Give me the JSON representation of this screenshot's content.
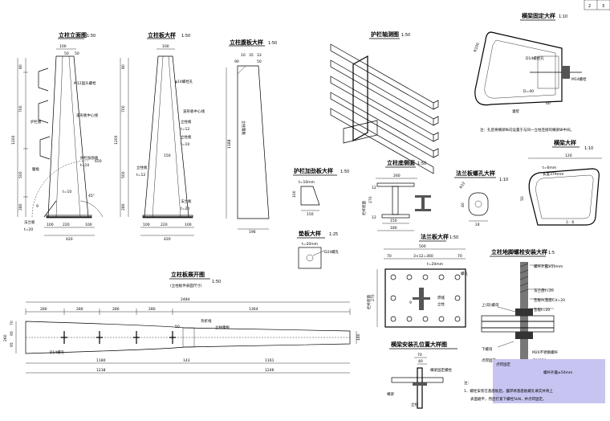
{
  "corner": {
    "a": "2",
    "b": "3"
  },
  "views": {
    "column_elevation": {
      "title": "立柱立面图",
      "scale": "1:50",
      "dims_top": [
        "100",
        "50",
        "50"
      ],
      "dims_left": [
        "80",
        "700",
        "500",
        "280",
        "1200"
      ],
      "dims_bottom": [
        "100",
        "220",
        "100",
        "420"
      ],
      "dims_right": [
        "650"
      ],
      "labels": {
        "bolt": "M12固头螺栓",
        "guard": "护栏板",
        "guard_center": "波形板中心线",
        "stiff": "护栏加劲板",
        "stiff_t": "t=10",
        "web": "腹板",
        "web_t": "t=10",
        "flange": "法兰板",
        "flange_t": "t=20",
        "r": "9",
        "angle": "45°"
      }
    },
    "column_plate": {
      "title": "立柱板大样",
      "scale": "1:50",
      "dims_top": [
        "100"
      ],
      "dims_left": [
        "80",
        "700",
        "500",
        "280",
        "1200"
      ],
      "dims_bottom": [
        "100",
        "220",
        "100",
        "420"
      ],
      "dims_mid": [
        "150"
      ],
      "labels": {
        "hole": "φ14螺栓孔",
        "guard_center": "波形板中心线",
        "plate1": "立柱板",
        "plate1_t": "t=12",
        "plate2": "立柱板",
        "plate2_t": "t=10",
        "plate3": "立柱板",
        "plate3_t": "t=12",
        "flange": "法兰板",
        "flange_t": "t=20"
      }
    },
    "web_plate": {
      "title": "立柱腹板大样",
      "scale": "1:50",
      "dims_top": [
        "10",
        "35",
        "33"
      ],
      "dims_top2": [
        "90",
        "50"
      ],
      "height": "1188",
      "bottom": "196",
      "label": "立柱腹板"
    },
    "guard_axon": {
      "title": "护栏轴测图",
      "scale": "1:50"
    },
    "crossbeam_fix": {
      "title": "横梁固定大样",
      "scale": "1:10",
      "labels": {
        "r": "R100",
        "bolt": "D14螺栓孔",
        "bolt2": "M14螺栓",
        "dim1": "D=40",
        "dim2": "40",
        "grout": "灌浆"
      },
      "note": "注：孔后将横梁纵向设置于与同一立柱连接的横梁纵中间。"
    },
    "stiffener": {
      "title": "护栏加劲板大样",
      "scale": "1:50",
      "t": "t=10mm",
      "dims": [
        "100",
        "150"
      ]
    },
    "bottom_side": {
      "title": "立柱底侧面",
      "scale": "1:50",
      "dims_top": [
        "260"
      ],
      "dims_left": [
        "12",
        "270",
        "12"
      ],
      "dims_bottom": [
        "150",
        "180"
      ],
      "label": "栏杆底面"
    },
    "flange_hole": {
      "title": "法兰板螺孔大样",
      "scale": "1:10",
      "dims": [
        "R12",
        "40",
        "24"
      ]
    },
    "crossbeam": {
      "title": "横梁大样",
      "scale": "1:10",
      "dims": [
        "120",
        "50"
      ],
      "t": "t=6mm",
      "len": "长度379mm",
      "ratio": "1：6"
    },
    "pad": {
      "title": "垫板大样",
      "scale": "1:25",
      "t": "t=20mm",
      "hole": "D24螺孔"
    },
    "flange": {
      "title": "法兰板大样",
      "scale": "1:50",
      "dims_top": [
        "500",
        "70",
        "3×12=360",
        "70"
      ],
      "t": "t=20mm",
      "hole": "螺孔",
      "col": "立柱",
      "weld": "焊缝",
      "r": "9",
      "left": [
        "270"
      ],
      "label": "栏杆底面"
    },
    "anchor": {
      "title": "立柱地脚螺栓安装大样",
      "scale": "1:5",
      "labels": {
        "l1": "螺杆外露≥50mm",
        "l2": "法兰盘t=20",
        "l3": "垫板A(基座C)t=20",
        "l4": "垫板t=20",
        "l5": "上(双)螺母",
        "l6": "下螺母",
        "l7": "M20不锈钢螺杆",
        "l8": "杆长250mm",
        "l9": "点焊固定",
        "l10": "螺杆外露≥50mm",
        "l11": "点焊固定"
      },
      "note1": "注：",
      "note2": "1、螺栓安装在基座板后，露焊将基座板螺孔填实并将上",
      "note3": "表面磨平，然后打紧下螺栓5kN，并点焊固定。"
    },
    "unfold": {
      "title": "立柱板展开图",
      "scale": "1:50",
      "subtitle": "(立柱板件表面尺寸)",
      "dims_top": [
        "280",
        "280",
        "280",
        "280",
        "1364",
        "2484"
      ],
      "dims_bottom": [
        "1180",
        "143",
        "1161",
        "1238",
        "1246"
      ],
      "dims_left": [
        "70",
        "95",
        "95",
        "260"
      ],
      "right": "180",
      "labels": {
        "hole": "D14螺孔",
        "bend": "弯折线",
        "web": "立柱腹板",
        "n": "50"
      }
    },
    "crossbeam_hole": {
      "title": "横梁安装孔位置大样图",
      "dims": [
        "70",
        "40"
      ],
      "labels": {
        "a": "横梁固定螺栓",
        "b": "立柱",
        "c": "横梁"
      }
    }
  }
}
